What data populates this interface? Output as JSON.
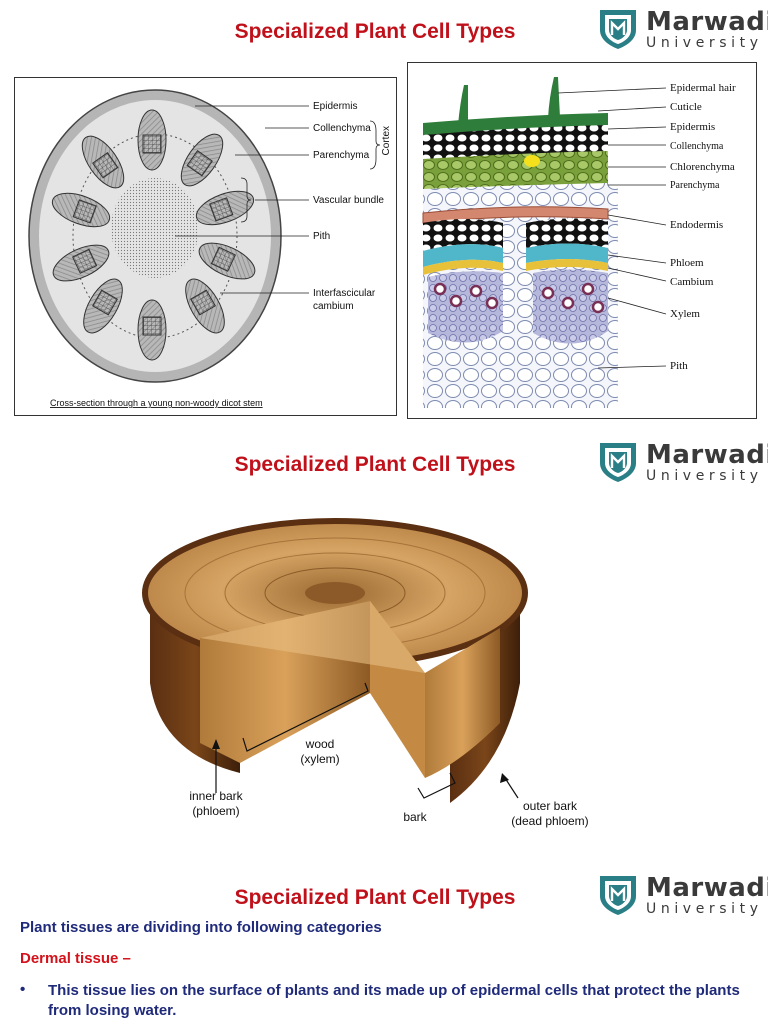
{
  "slide1": {
    "title": "Specialized Plant Cell Types",
    "logo": {
      "name": "Marwadi",
      "sub": "University"
    },
    "left_figure": {
      "labels": [
        "Epidermis",
        "Collenchyma",
        "Parenchyma",
        "Cortex",
        "Vascular bundle",
        "Pith",
        "Interfascicular",
        "cambium"
      ],
      "caption": "Cross-section through a young non-woody dicot stem"
    },
    "right_figure": {
      "labels": [
        "Epidermal hair",
        "Cuticle",
        "Epidermis",
        "Collenchyma",
        "Chlorenchyma",
        "Parenchyma",
        "Endodermis",
        "Phloem",
        "Cambium",
        "Xylem",
        "Pith"
      ]
    }
  },
  "slide2": {
    "title": "Specialized Plant Cell Types",
    "logo": {
      "name": "Marwadi",
      "sub": "University"
    },
    "labels": {
      "wood": "wood",
      "xylem": "(xylem)",
      "inner_bark": "inner bark",
      "inner_bark_sub": "(phloem)",
      "bark": "bark",
      "outer_bark": "outer bark",
      "outer_bark_sub": "(dead phloem)"
    }
  },
  "slide3": {
    "title": "Specialized Plant Cell Types",
    "logo": {
      "name": "Marwadi",
      "sub": "University"
    },
    "intro": "Plant tissues are dividing into following categories",
    "heading": "Dermal tissue –",
    "bullet_symbol": "•",
    "bullet": "This tissue lies on the surface of plants and its made up of epidermal cells that protect the plants from losing water."
  },
  "colors": {
    "title_red": "#c0111b",
    "navy": "#1f2a7a",
    "logo_teal": "#2a7f86"
  }
}
